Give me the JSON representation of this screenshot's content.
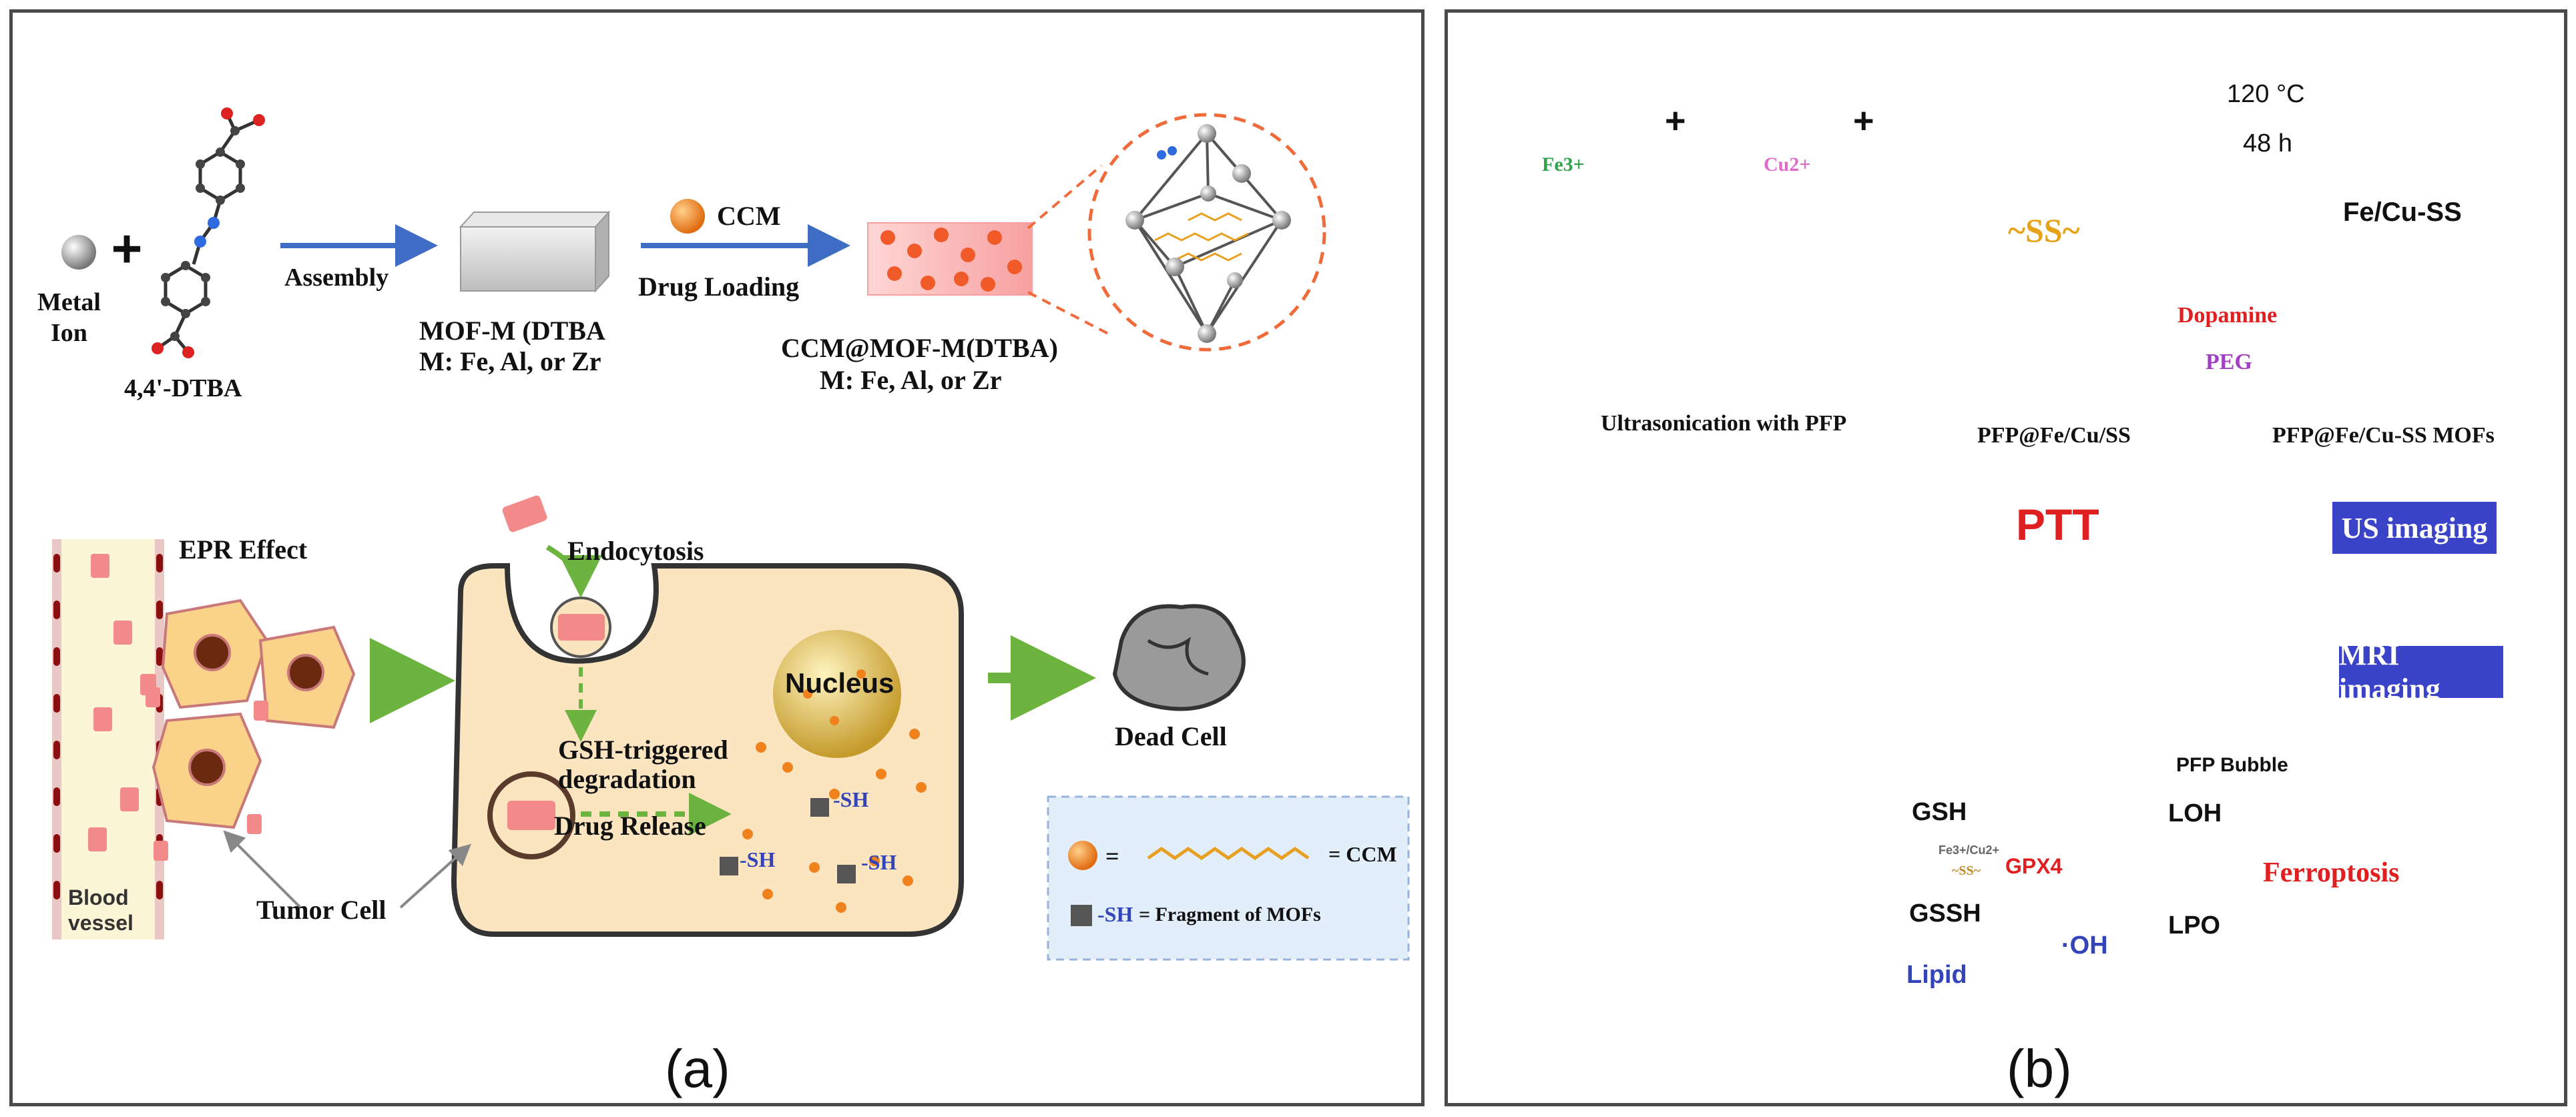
{
  "panel_a": {
    "caption": "(a)",
    "metal_ion": "Metal\nIon",
    "linker": "4,4'-DTBA",
    "assembly": "Assembly",
    "mof_line1": "MOF-M (DTBA",
    "mof_line2": "M: Fe, Al, or Zr",
    "ccm": "CCM",
    "drug_loading": "Drug Loading",
    "ccm_mof_line1": "CCM@MOF-M(DTBA)",
    "ccm_mof_line2": "M: Fe, Al, or Zr",
    "epr": "EPR Effect",
    "endocytosis": "Endocytosis",
    "nucleus": "Nucleus",
    "gsh_line1": "GSH-triggered",
    "gsh_line2": "degradation",
    "drug_release": "Drug Release",
    "sh": "-SH",
    "blood_vessel": "Blood\nvessel",
    "tumor_cell": "Tumor Cell",
    "dead_cell": "Dead Cell",
    "legend_eq": "=",
    "legend_ccm": "= CCM",
    "legend_sh": "-SH",
    "legend_frag": "= Fragment of MOFs"
  },
  "panel_b": {
    "caption": "(b)",
    "fe": "Fe3+",
    "cu": "Cu2+",
    "plus": "+",
    "ss": "~SS~",
    "temp": "120 °C",
    "time": "48 h",
    "fecu_ss": "Fe/Cu-SS",
    "ultrasonication": "Ultrasonication with PFP",
    "pfp_fecu": "PFP@Fe/Cu/SS",
    "dopamine": "Dopamine",
    "peg": "PEG",
    "pfp_mofs": "PFP@Fe/Cu-SS MOFs",
    "ptt": "PTT",
    "us_imaging": "US imaging",
    "mri_imaging": "MRI imaging",
    "pfp_bubble": "PFP Bubble",
    "gsh": "GSH",
    "gssh": "GSSH",
    "fecu_small": "Fe3+/Cu2+",
    "ss_small": "~SS~",
    "gpx4": "GPX4",
    "loh": "LOH",
    "lpo": "LPO",
    "ferroptosis": "Ferroptosis",
    "oh": "·OH",
    "lipid": "Lipid"
  },
  "colors": {
    "arrow_blue": "#3f6cc4",
    "arrow_green": "#6db33f",
    "cell_fill": "#fbe5c0",
    "cell_stroke": "#3a3a3a",
    "drug_orange": "#f0821e",
    "nucleus_gold": "#d9b54a",
    "legend_blue": "#e3eefb",
    "fe_green": "#2fa44a",
    "cu_pink": "#e06bc6",
    "linker_orange": "#f08a1c",
    "red_text": "#e02020",
    "imaging_box": "#3b43c8",
    "pathway_bg": "#d9f2f3",
    "teal": "#2bb3a8"
  }
}
